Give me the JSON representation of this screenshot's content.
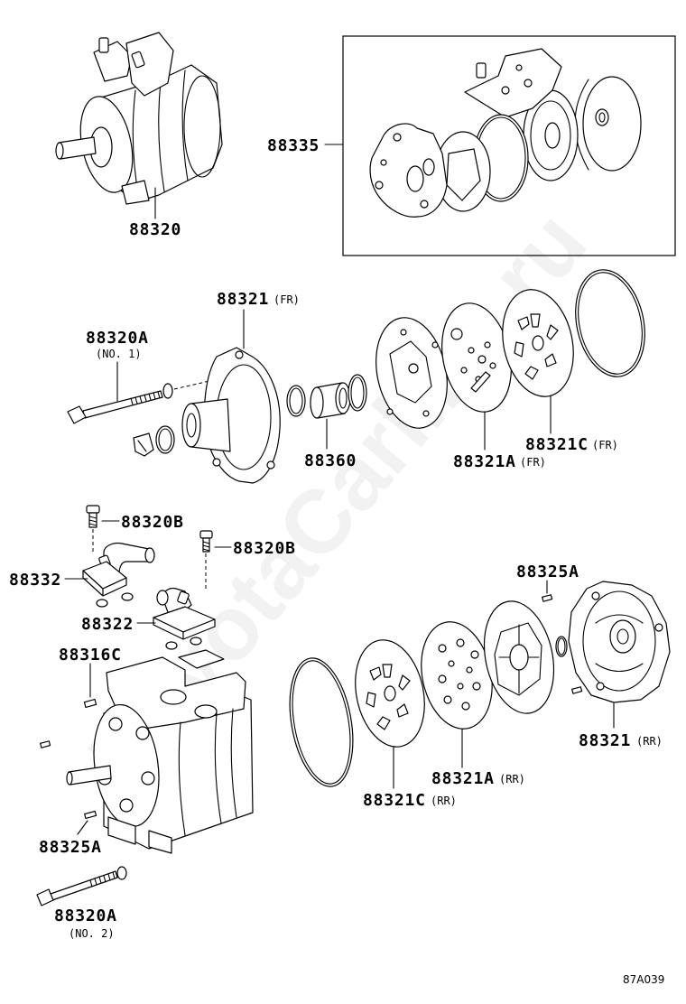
{
  "diagram": {
    "code": "87A039",
    "watermark": "ToyotaCarline.ru",
    "callouts": {
      "c88320": {
        "number": "88320"
      },
      "c88335": {
        "number": "88335"
      },
      "c88321_fr": {
        "number": "88321",
        "note": "(FR)"
      },
      "c88320a_no1": {
        "number": "88320A",
        "note": "(NO. 1)"
      },
      "c88360": {
        "number": "88360"
      },
      "c88321a_fr": {
        "number": "88321A",
        "note": "(FR)"
      },
      "c88321c_fr": {
        "number": "88321C",
        "note": "(FR)"
      },
      "c88320b_1": {
        "number": "88320B"
      },
      "c88320b_2": {
        "number": "88320B"
      },
      "c88332": {
        "number": "88332"
      },
      "c88322": {
        "number": "88322"
      },
      "c88325a_1": {
        "number": "88325A"
      },
      "c88316c": {
        "number": "88316C"
      },
      "c88321_rr": {
        "number": "88321",
        "note": "(RR)"
      },
      "c88321a_rr": {
        "number": "88321A",
        "note": "(RR)"
      },
      "c88321c_rr": {
        "number": "88321C",
        "note": "(RR)"
      },
      "c88325a_2": {
        "number": "88325A"
      },
      "c88320a_no2": {
        "number": "88320A",
        "note": "(NO. 2)"
      }
    }
  }
}
